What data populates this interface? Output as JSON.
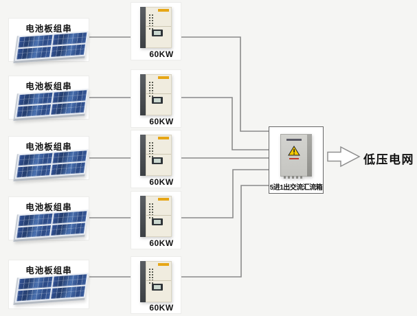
{
  "panels": [
    {
      "label": "电池板组串"
    },
    {
      "label": "电池板组串"
    },
    {
      "label": "电池板组串"
    },
    {
      "label": "电池板组串"
    },
    {
      "label": "电池板组串"
    }
  ],
  "inverters": [
    {
      "label": "60KW"
    },
    {
      "label": "60KW"
    },
    {
      "label": "60KW"
    },
    {
      "label": "60KW"
    },
    {
      "label": "60KW"
    }
  ],
  "combiner": {
    "label": "5进1出交流汇流箱"
  },
  "grid": {
    "label": "低压电网"
  },
  "colors": {
    "background": "#f5f5f3",
    "wire_gray": "#8a8a8a",
    "panel_blue": "#2e4f92",
    "inverter_body": "#f0ecdf",
    "cabinet_gray": "#c9c9c5",
    "warning_yellow": "#f2c800",
    "arrow_outline": "#8f8f8f"
  }
}
